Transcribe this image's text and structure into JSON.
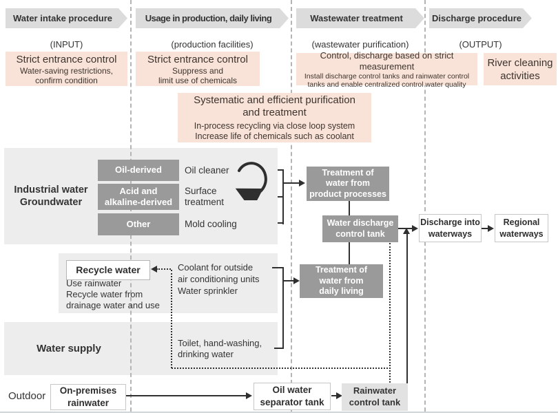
{
  "columns": [
    {
      "header": "Water intake procedure",
      "subtitle": "(INPUT)",
      "note_title": "Strict entrance control",
      "note_body": "Water-saving restrictions,\nconfirm condition"
    },
    {
      "header": "Usage in production, daily living",
      "subtitle": "(production facilities)",
      "note_title": "Strict entrance control",
      "note_body": "Suppress and\nlimit use of chemicals"
    },
    {
      "header": "Wastewater treatment",
      "subtitle": "(wastewater purification)",
      "note_title": "Control, discharge based on strict measurement",
      "note_body": "Install discharge control tanks and rainwater control\ntanks and enable centralized control water quality"
    },
    {
      "header": "Discharge procedure",
      "subtitle": "(OUTPUT)",
      "note_title": "River cleaning\nactivities",
      "note_body": ""
    }
  ],
  "purification_note": {
    "title": "Systematic and efficient purification\nand treatment",
    "body": "In-process recycling via close loop system\nIncrease life of chemicals such as coolant"
  },
  "industrial": {
    "label": "Industrial water\nGroundwater",
    "sources": [
      {
        "tag": "Oil-derived",
        "use": "Oil cleaner"
      },
      {
        "tag": "Acid and\nalkaline-derived",
        "use": "Surface\ntreatment"
      },
      {
        "tag": "Other",
        "use": "Mold cooling"
      }
    ]
  },
  "treatment": {
    "product": "Treatment of\nwater from\nproduct processes",
    "control_tank": "Water discharge\ncontrol tank",
    "daily": "Treatment of\nwater from\ndaily living"
  },
  "discharge": {
    "into_waterways": "Discharge into\nwaterways",
    "regional": "Regional\nwaterways"
  },
  "recycle": {
    "box": "Recycle water",
    "body": "Use rainwater\nRecycle water from\ndrainage water and use",
    "coolant": "Coolant for outside\nair conditioning units\nWater sprinkler"
  },
  "water_supply": {
    "label": "Water supply",
    "toilet": "Toilet, hand-washing,\ndrinking water"
  },
  "outdoor": {
    "label": "Outdoor",
    "rainwater": "On-premises\nrainwater",
    "separator": "Oil water\nseparator tank",
    "rain_tank": "Rainwater\ncontrol tank"
  },
  "colors": {
    "note_pink": "#f9e3d9",
    "panel_gray": "#ededed",
    "box_gray": "#9a9a9a",
    "header_gray": "#dcdcdc",
    "tank_gray": "#e2e2e2",
    "line_dark": "#2f2f2f",
    "separator_gray": "#b4b4b4"
  }
}
